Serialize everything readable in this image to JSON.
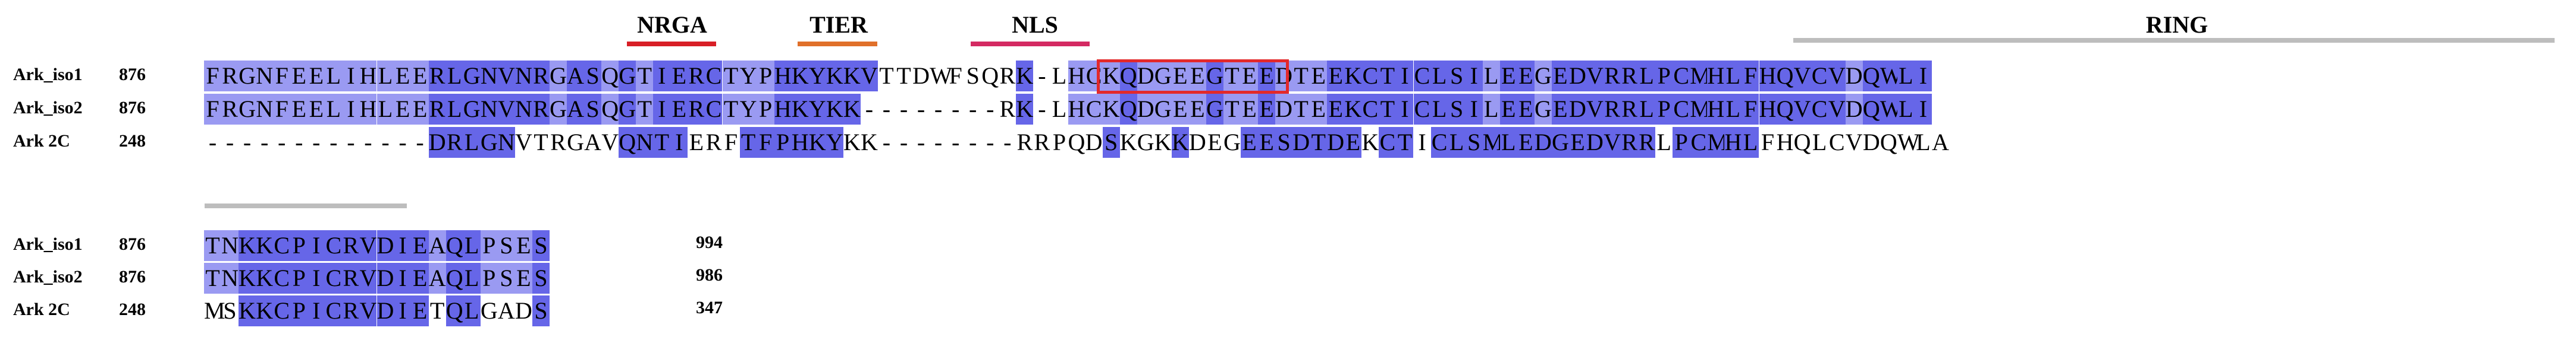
{
  "colors": {
    "conserved": "#6666e8",
    "similar": "#9a9af2",
    "nrga": "#d81f26",
    "tier": "#e0702a",
    "nls": "#d42a62",
    "ring_bar": "#bdbdbd",
    "highlight_box": "#e3292b"
  },
  "domains": [
    {
      "label": "NRGA",
      "color": "#d81f26"
    },
    {
      "label": "TIER",
      "color": "#e0702a"
    },
    {
      "label": "NLS",
      "color": "#d42a62"
    },
    {
      "label": "RING",
      "color": "#bdbdbd"
    }
  ],
  "blocks": [
    {
      "rows": [
        {
          "name": "Ark_iso1",
          "start": "876",
          "end": "",
          "seq": "FRGNFEELIHLEERLGNVNRGASQGTIERCTYPHKYKKVTTDWFSQRK-LHCKQDGEEGTEEDTEEKCTICLSILEEGEDVRRLPCMHLFHQVCVDQWLI"
        },
        {
          "name": "Ark_iso2",
          "start": "876",
          "end": "",
          "seq": "FRGNFEELIHLEERLGNVNRGASQGTIERCTYPHKYKK--------RK-LHCKQDGEEGTEEDTEEKCTICLSILEEGEDVRRLPCMHLFHQVCVDQWLI"
        },
        {
          "name": "Ark 2C",
          "start": "248",
          "end": "",
          "seq": "-------------DRLGNVTRGAVQNTIERFTFPHKYKK--------RRPQDSKGKKDEGEESDTDEKCTICLSMLEDGEDVRRLPCMHLFHQLCVDQWLA"
        }
      ],
      "shading": [
        "SSSSSSSSSSSSSCCCCCCCSCCSCSCCCCSSSCCCCCC........CS.SSSCSSSSCSSCSSSCCCCCCCCCSCCSCCCCCCCCCCCCCCCCCSCCCCCS",
        "SSSSSSSSSSSSSCCCCCCCSCCSCSCCCCSSSCCCCCC........CS.SSSCSSSSCSSCSSSCCCCCCCCCSCCSCCCCCCCCCCCCCCCCCSCCCCCS",
        ".............CCCCC......CCCC...CCCCCC........C......C...C...CCCCCCC.CC.CCCCCCCCCCCCC.CCCCC"
      ]
    },
    {
      "rows": [
        {
          "name": "Ark_iso1",
          "start": "876",
          "end": "994",
          "seq": "TNKKCPICRVDIEAQLPSES"
        },
        {
          "name": "Ark_iso2",
          "start": "876",
          "end": "986",
          "seq": "TNKKCPICRVDIEAQLPSES"
        },
        {
          "name": "Ark 2C",
          "start": "248",
          "end": "347",
          "seq": "MSKKCPICRVDIETQLGADS"
        }
      ],
      "shading": [
        "SSCCCCCCCCCCCSCCSSSC",
        "SSCCCCCCCCCCCSCCSSSC",
        "..CCCCCCCCCCC.CC...C"
      ]
    }
  ]
}
